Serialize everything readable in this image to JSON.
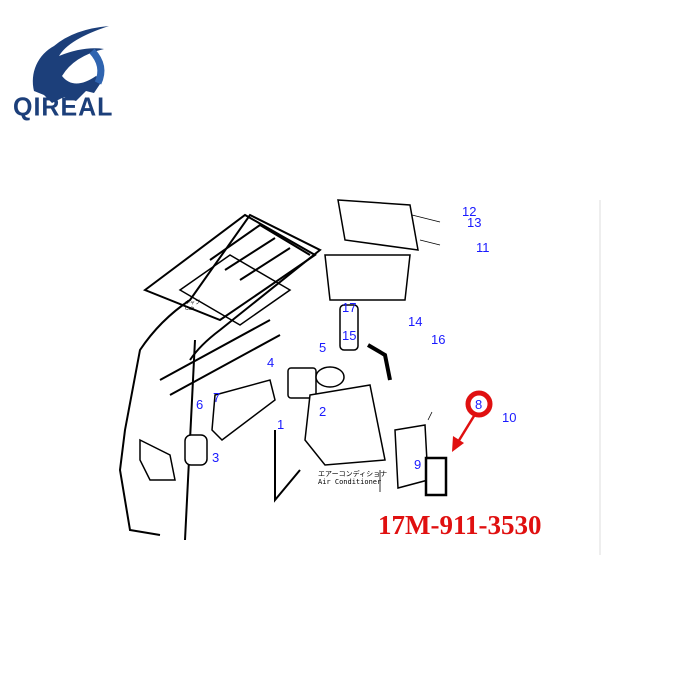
{
  "brand": {
    "name": "QIREAL",
    "color": "#1c3f7a"
  },
  "diagram": {
    "callouts": [
      "1",
      "2",
      "3",
      "4",
      "5",
      "6",
      "7",
      "8",
      "9",
      "10",
      "11",
      "12",
      "13",
      "14",
      "15",
      "16",
      "17"
    ],
    "highlighted_callout": "8",
    "highlight_color": "#e01010",
    "callout_color": "#1a1aff",
    "cab_label": [
      "キャブ",
      "Cab"
    ],
    "assembly_label": [
      "エアーコンディショナ",
      "Air Conditioner"
    ]
  },
  "part_number": "17M-911-3530"
}
